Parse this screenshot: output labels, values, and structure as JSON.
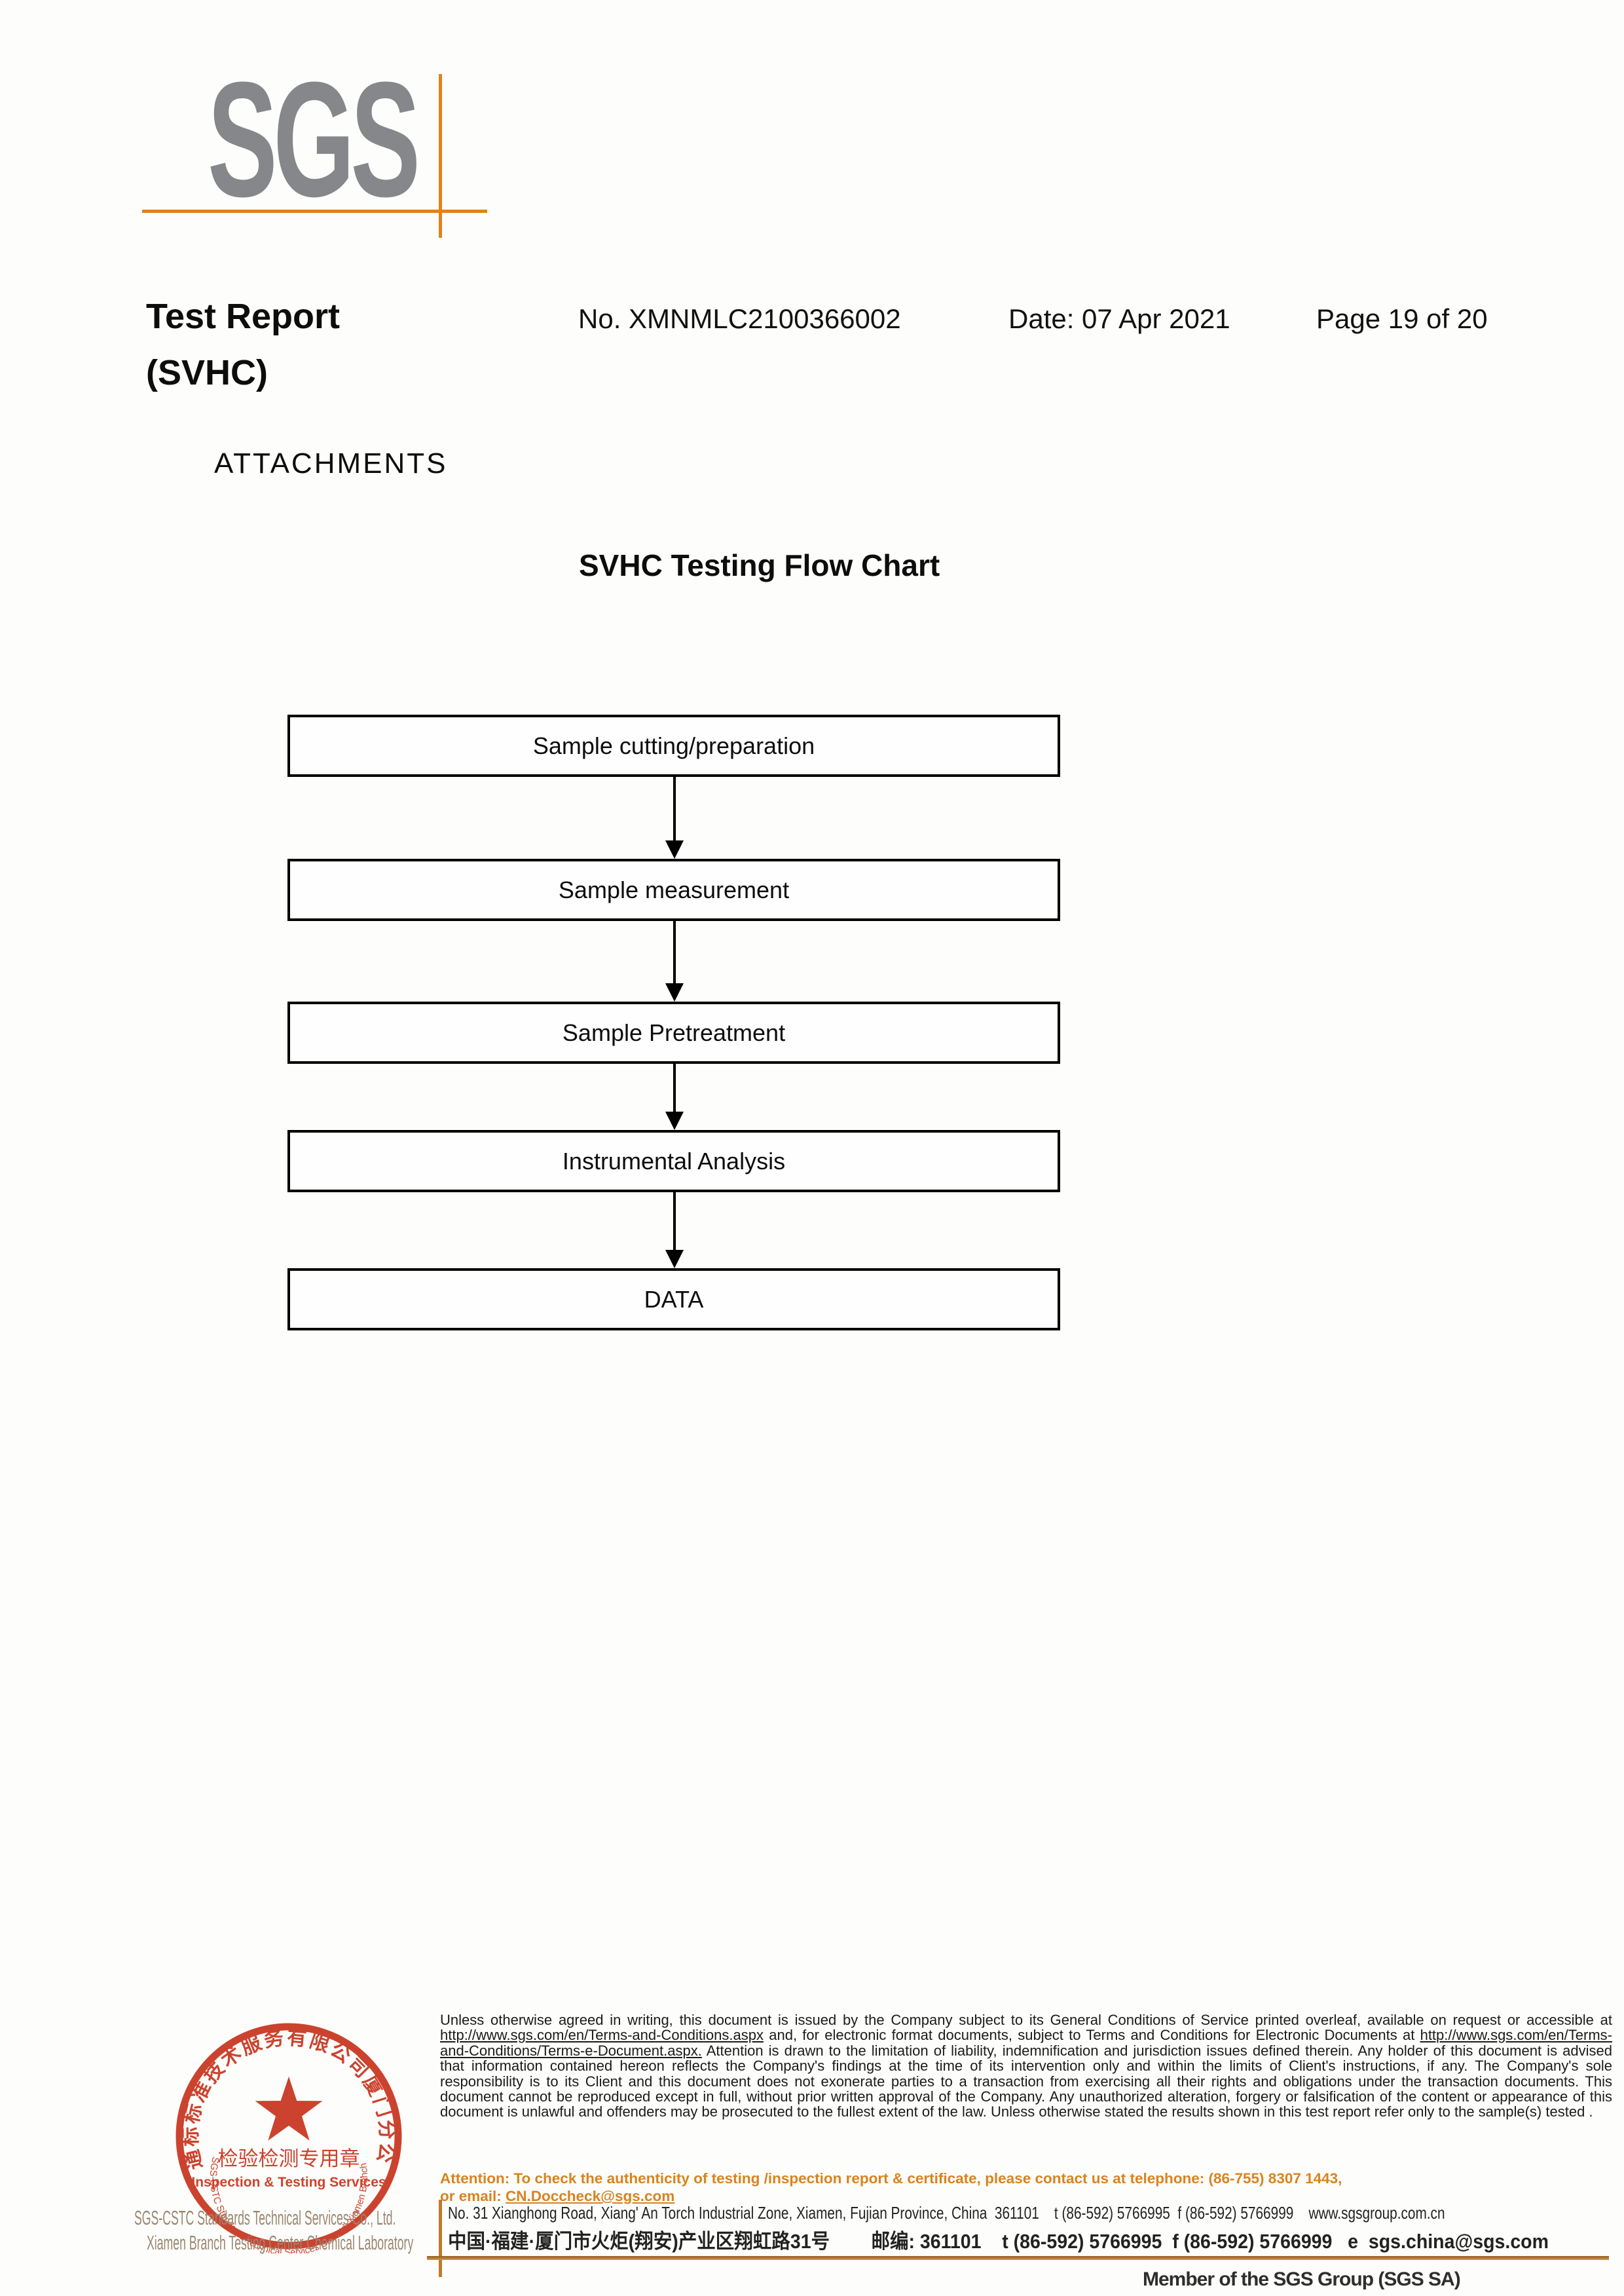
{
  "logo": {
    "text": "SGS"
  },
  "header": {
    "title_line1": "Test Report",
    "title_line2": "(SVHC)",
    "report_no": "No. XMNMLC2100366002",
    "date": "Date: 07 Apr 2021",
    "page": "Page 19 of 20"
  },
  "attachments_heading": "ATTACHMENTS",
  "flow_chart_title": "SVHC Testing Flow Chart",
  "flowchart": {
    "steps": [
      "Sample cutting/preparation",
      "Sample measurement",
      "Sample Pretreatment",
      "Instrumental Analysis",
      "DATA"
    ]
  },
  "stamp": {
    "arc_chinese": "通标标准技术服务有限公司厦门分公司",
    "center_chinese": "检验检测专用章",
    "center_english": "Inspection & Testing Services",
    "arc_english": "SGS-CSTC Standards Technical Services Co., Ltd. Xiamen Branch"
  },
  "footer": {
    "company_line1": "SGS-CSTC Standards Technical Services Co., Ltd.",
    "company_line2": "Xiamen Branch Testing Center Chemical Laboratory",
    "disclaimer": {
      "seg1": "Unless otherwise agreed in writing, this document is issued by the Company subject to its General Conditions of Service printed overleaf, available on request or accessible at ",
      "url1": "http://www.sgs.com/en/Terms-and-Conditions.aspx",
      "seg2": " and, for electronic format documents, subject to Terms and Conditions for Electronic Documents at ",
      "url2": "http://www.sgs.com/en/Terms-and-Conditions/Terms-e-Document.aspx.",
      "seg3": " Attention is drawn to the limitation of liability, indemnification and jurisdiction issues defined therein. Any holder of this document is advised that information contained hereon reflects the Company's findings at the time of its intervention only and within the limits of Client's instructions, if any. The Company's sole responsibility is to its Client and this document does not exonerate parties to a transaction from exercising all their rights and obligations under the transaction documents. This document cannot be reproduced except in full, without prior written approval of the Company. Any unauthorized alteration, forgery or falsification of the content or appearance of this document is unlawful and offenders may be prosecuted to the fullest extent of the law. Unless otherwise stated the results shown in this test report refer only to the sample(s) tested ."
    },
    "attention": {
      "line1": "Attention: To check the authenticity of testing /inspection report & certificate, please contact us at telephone: (86-755) 8307 1443,",
      "line2_prefix": "or email: ",
      "line2_email": "CN.Doccheck@sgs.com"
    },
    "address_en": "No. 31 Xianghong Road, Xiang' An Torch Industrial Zone, Xiamen, Fujian Province, China  361101    t (86-592) 5766995  f (86-592) 5766999    www.sgsgroup.com.cn",
    "address_cn": "中国·福建·厦门市火炬(翔安)产业区翔虹路31号        邮编: 361101    t (86-592) 5766995  f (86-592) 5766999   e  sgs.china@sgs.com",
    "member": "Member of the SGS Group (SGS SA)"
  },
  "colors": {
    "logo_gray": "#85878a",
    "accent_orange": "#e0821c",
    "footer_line_brown": "#b3772e",
    "attention_orange": "#d9831f",
    "stamp_red": "#c8351f"
  }
}
